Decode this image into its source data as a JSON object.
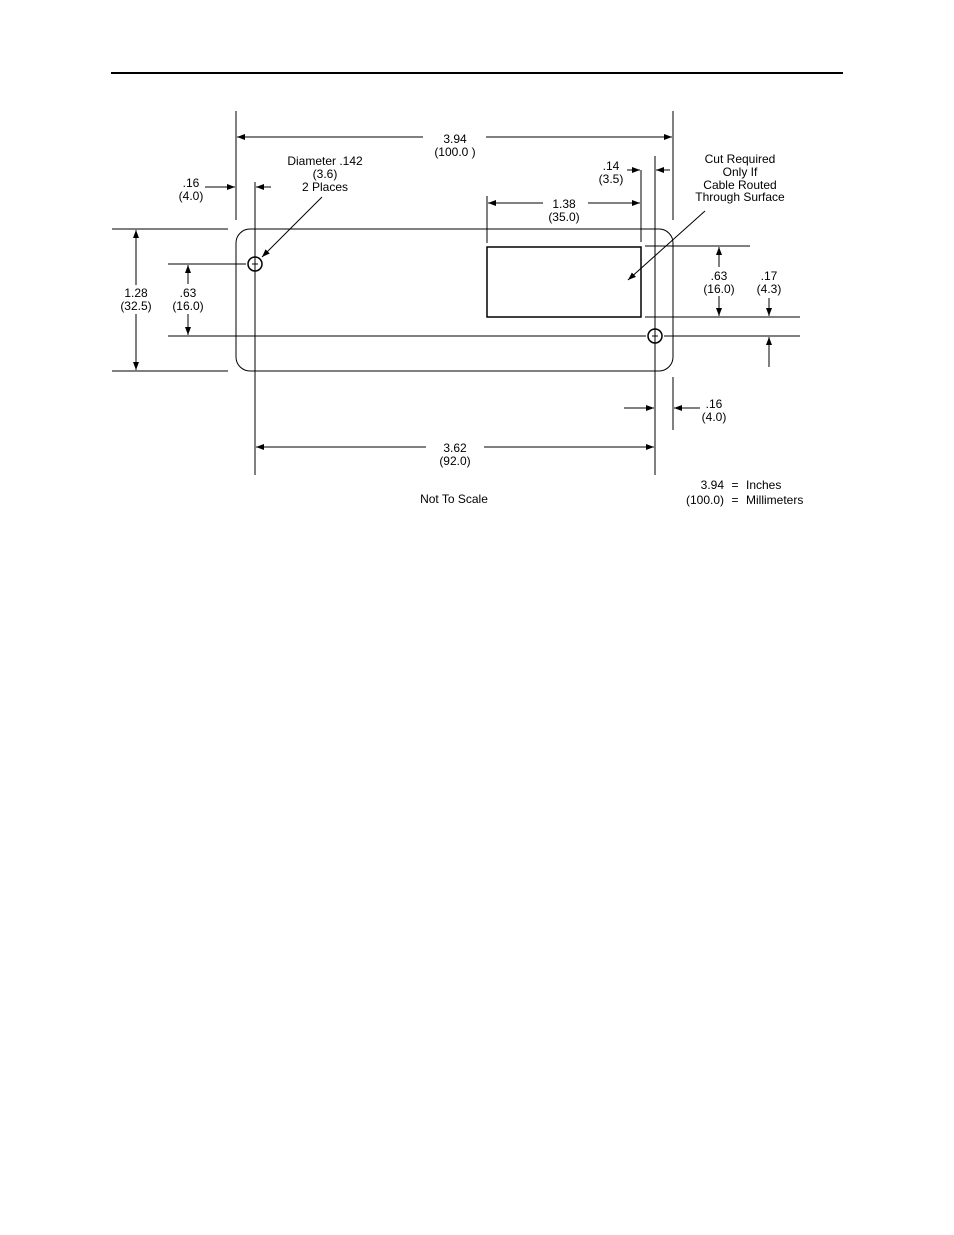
{
  "diagram": {
    "overall_width": {
      "inches": "3.94",
      "mm": "(100.0 )"
    },
    "left_edge_offset": {
      "inches": ".16",
      "mm": "(4.0)"
    },
    "hole_note": {
      "line1": "Diameter .142",
      "line2": "(3.6)",
      "line3": "2 Places"
    },
    "right_hole_offset": {
      "inches": ".14",
      "mm": "(3.5)"
    },
    "cutout_width": {
      "inches": "1.38",
      "mm": "(35.0)"
    },
    "cutout_note": {
      "line1": "Cut Required",
      "line2": "Only If",
      "line3": "Cable Routed",
      "line4": "Through Surface"
    },
    "overall_height": {
      "inches": "1.28",
      "mm": "(32.5)"
    },
    "left_hole_height": {
      "inches": ".63",
      "mm": "(16.0)"
    },
    "cutout_height": {
      "inches": ".63",
      "mm": "(16.0)"
    },
    "bottom_hole_offset": {
      "inches": ".17",
      "mm": "(4.3)"
    },
    "right_edge_offset": {
      "inches": ".16",
      "mm": "(4.0)"
    },
    "hole_spacing": {
      "inches": "3.62",
      "mm": "(92.0)"
    },
    "scale_note": "Not To Scale",
    "legend": {
      "inches_value": "3.94",
      "inches_eq": "=",
      "inches_label": "Inches",
      "mm_value": "(100.0)",
      "mm_eq": "=",
      "mm_label": "Millimeters"
    }
  }
}
